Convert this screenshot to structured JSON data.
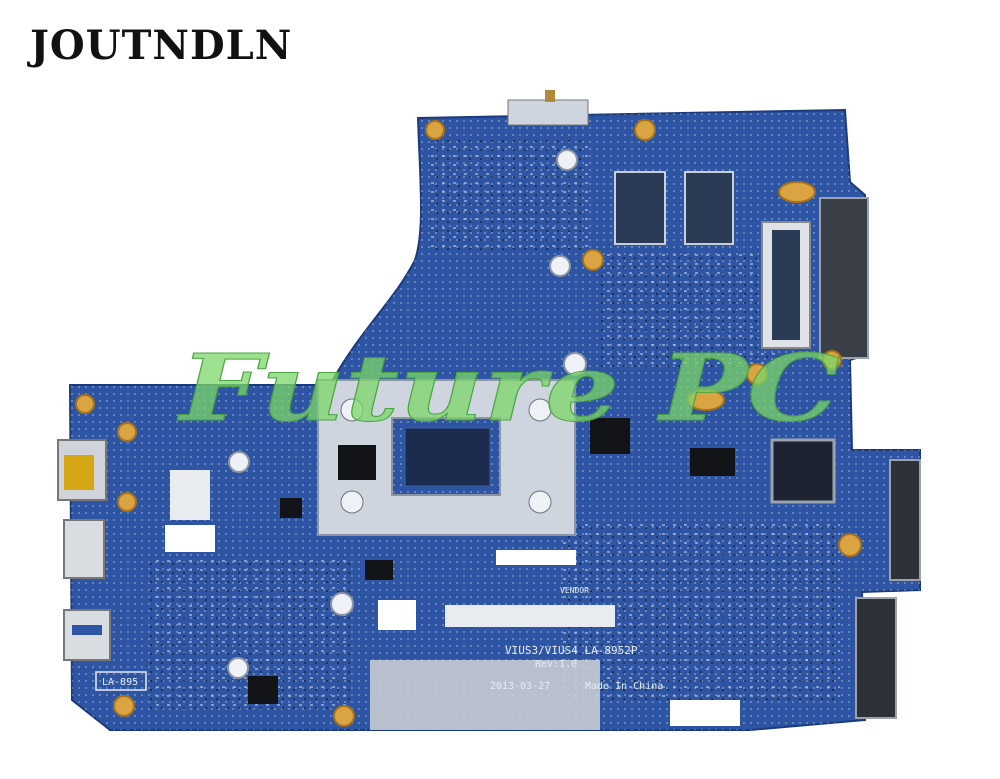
{
  "brand": {
    "name": "JOUTNDLN"
  },
  "board": {
    "model_label": "VIUS3/VIUS4  LA-8952P",
    "rev_label": "Rev:1.0",
    "date_label": "2013-03-27",
    "origin_label": "Made In China",
    "edge_label": "LA-895",
    "vendor_label": "VENDOR",
    "colors": {
      "pcb": "#2a4f9a",
      "pcb_dark": "#1f3f82",
      "heatsink": "#c9cfd8",
      "gold": "#d9a441"
    }
  },
  "watermark": {
    "text": "Future PC",
    "color": "#7cd66a"
  }
}
